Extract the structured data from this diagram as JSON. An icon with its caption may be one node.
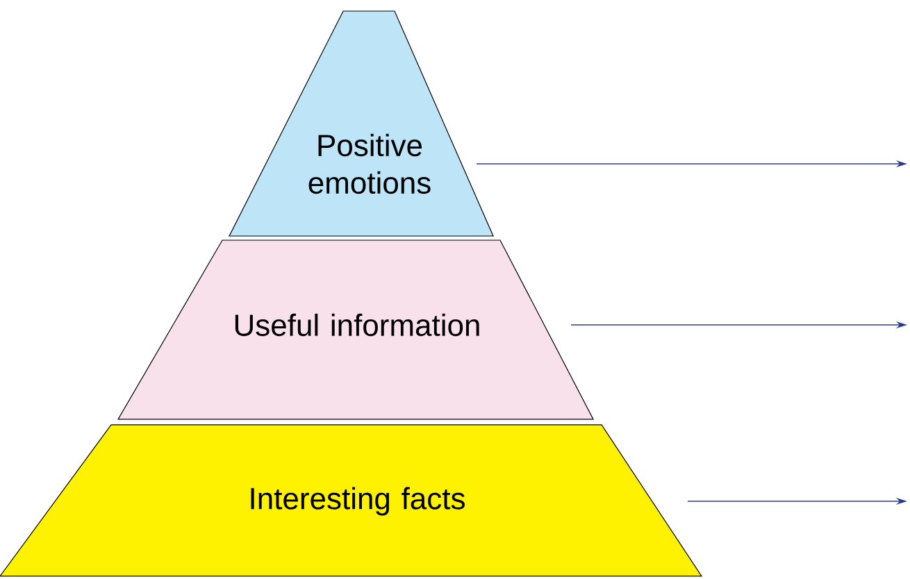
{
  "diagram": {
    "nodes": [
      {
        "text": [
          "Positive emotions"
        ]
      },
      {
        "text": [
          "Useful information"
        ]
      },
      {
        "text": [
          "Interesting facts"
        ]
      }
    ],
    "edges": [
      {
        "from": 0,
        "to": null,
        "arrow": "to"
      },
      {
        "from": 1,
        "to": null,
        "arrow": "to"
      },
      {
        "from": 2,
        "to": null,
        "arrow": "to"
      }
    ]
  }
}
